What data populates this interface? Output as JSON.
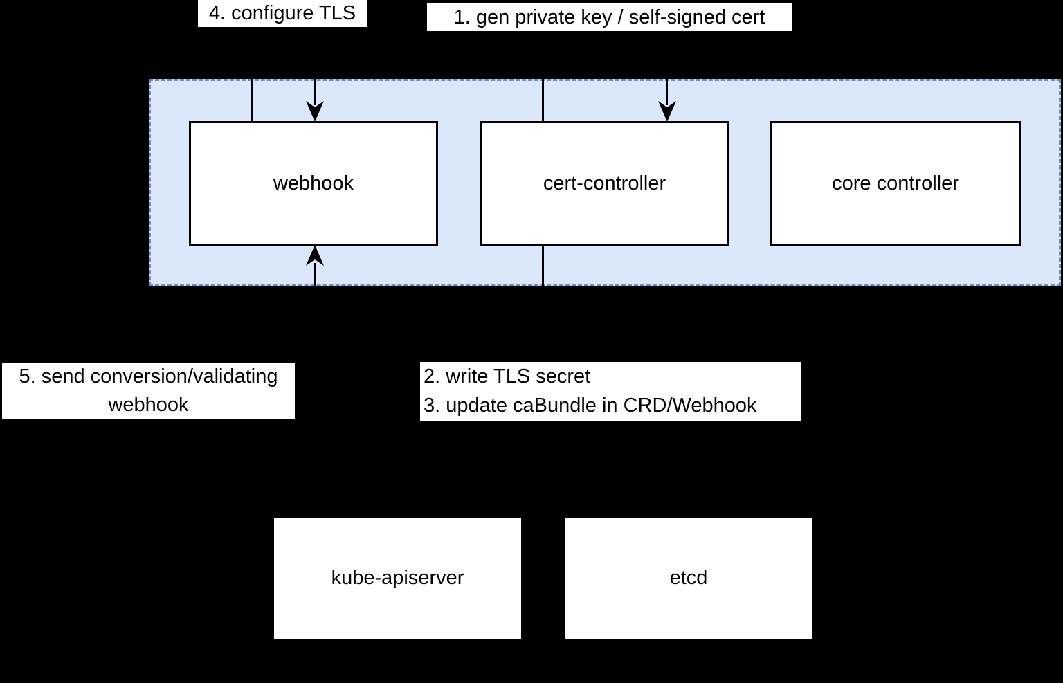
{
  "diagram": {
    "title_hint": "webhook certificate rotation flow",
    "nodes": {
      "webhook": {
        "label": "webhook"
      },
      "cert_controller": {
        "label": "cert-controller"
      },
      "core_controller": {
        "label": "core controller"
      },
      "kube_apiserver": {
        "label": "kube-apiserver"
      },
      "etcd": {
        "label": "etcd"
      }
    },
    "step_labels": {
      "step4": {
        "text": "4. configure TLS"
      },
      "step1": {
        "text": "1. gen private key / self-signed cert"
      },
      "step5": {
        "lines": [
          "5. send conversion/validating",
          "webhook"
        ]
      },
      "steps23": {
        "lines": [
          "2. write TLS secret",
          "3. update caBundle in CRD/Webhook"
        ]
      }
    },
    "colors": {
      "background": "#000000",
      "pod_fill": "#dbe8fc",
      "pod_border": "#6c8ebf",
      "node_fill": "#ffffff",
      "node_border": "#000000",
      "connector": "#000000",
      "text": "#000000"
    }
  }
}
